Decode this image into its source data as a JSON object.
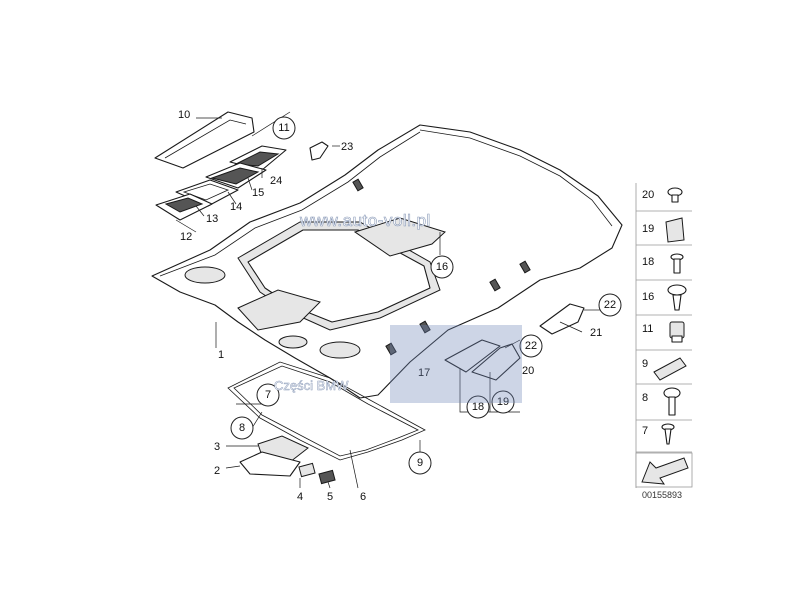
{
  "diagram": {
    "labels": [
      "1",
      "2",
      "3",
      "4",
      "5",
      "6",
      "10",
      "12",
      "13",
      "14",
      "15",
      "17",
      "20",
      "21",
      "24"
    ],
    "circled_labels": [
      "7",
      "8",
      "9",
      "11",
      "16",
      "18",
      "19",
      "22",
      "23"
    ],
    "legend": [
      {
        "num": "20",
        "icon": "push-clip-icon"
      },
      {
        "num": "19",
        "icon": "clip-plate-icon"
      },
      {
        "num": "18",
        "icon": "spreading-rivet-icon"
      },
      {
        "num": "16",
        "icon": "fir-tree-clip-icon"
      },
      {
        "num": "11",
        "icon": "clip-nut-icon"
      },
      {
        "num": "9",
        "icon": "bracket-clip-icon"
      },
      {
        "num": "8",
        "icon": "screw-icon"
      },
      {
        "num": "7",
        "icon": "self-tapping-screw-icon"
      }
    ],
    "doc_number": "00155893"
  },
  "watermark": {
    "url": "www.auto-voll.pl",
    "subtitle": "Części BMW"
  }
}
